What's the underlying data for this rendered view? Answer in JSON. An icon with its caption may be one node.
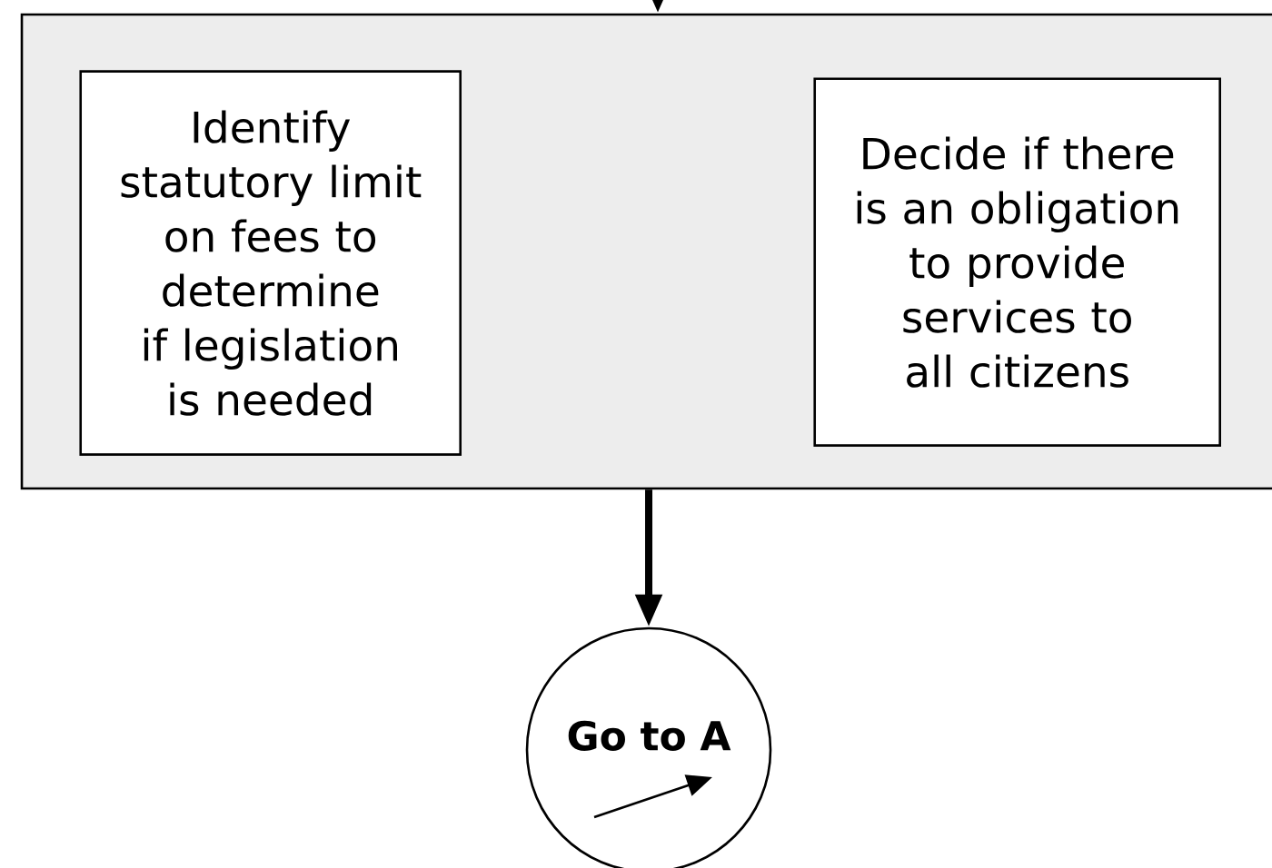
{
  "diagram": {
    "nodes": [
      {
        "text": [],
        "shape": "box"
      },
      {
        "text": [
          "Identify statutory limit on fees to determine if legislation is needed"
        ],
        "in": 0
      },
      {
        "text": [
          "Decide if there is an obligation to provide services to all citizens"
        ],
        "in": 0
      },
      {
        "text": [
          "Go to A"
        ]
      }
    ],
    "edges": [
      {
        "from": null,
        "to": 0,
        "arrow": "to"
      },
      {
        "from": 0,
        "to": 3,
        "arrow": "to"
      }
    ]
  }
}
